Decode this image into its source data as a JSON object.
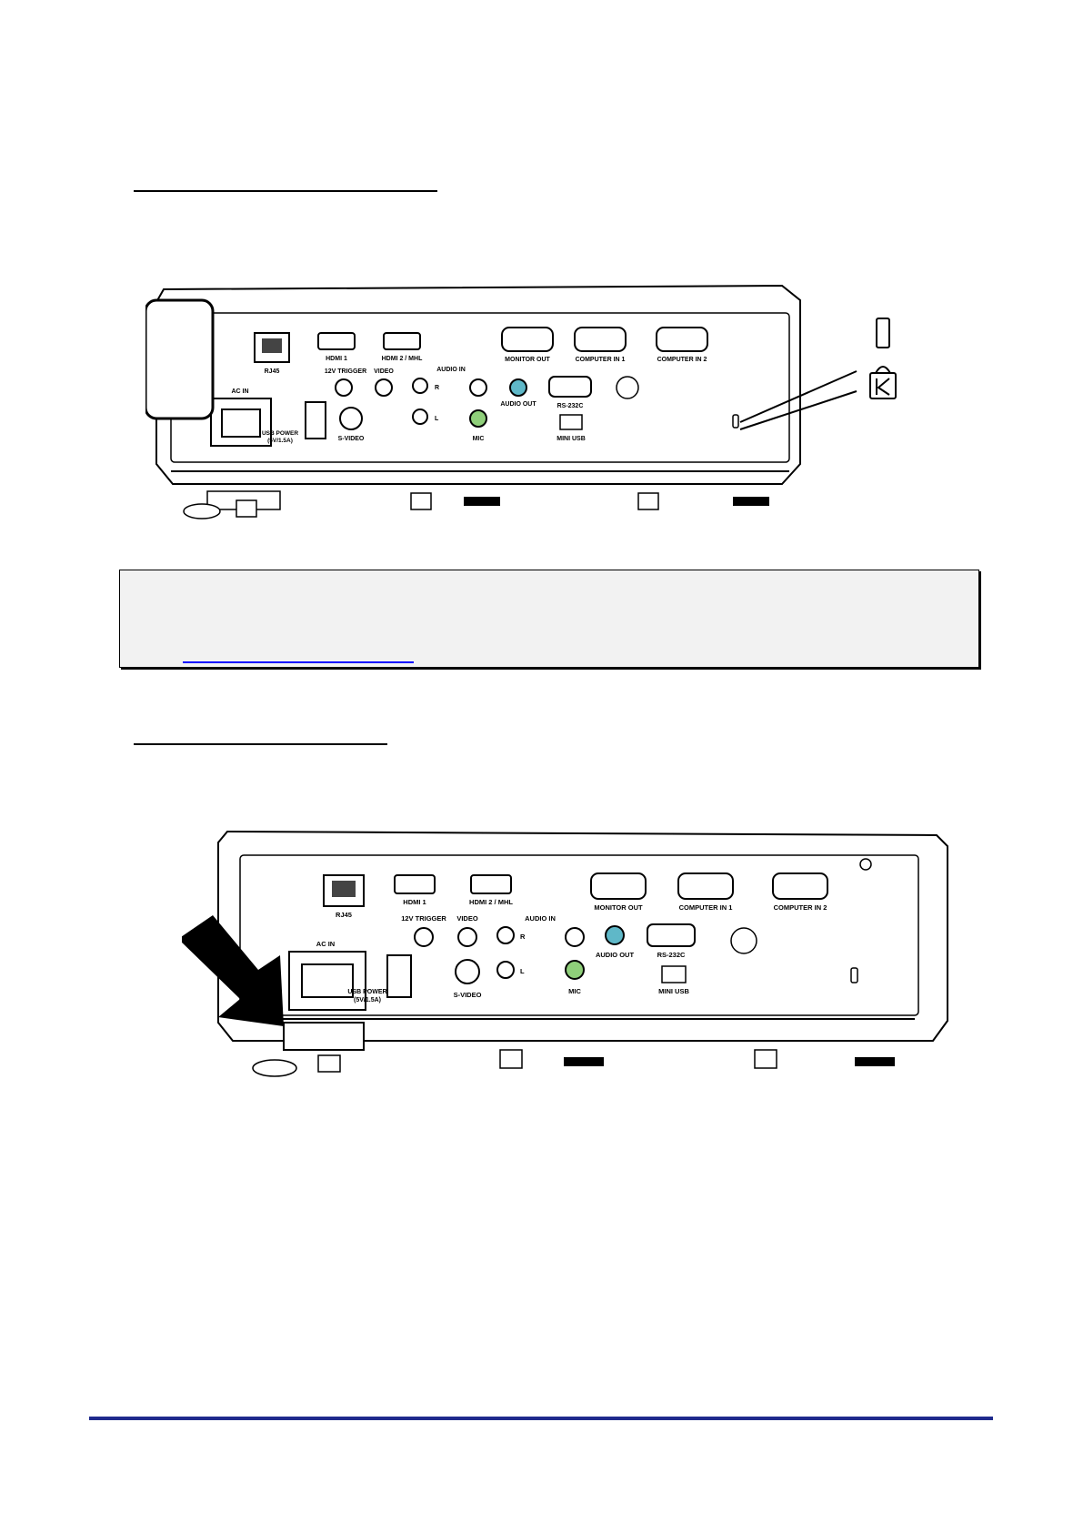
{
  "figure1": {
    "labels": {
      "rj45": "RJ45",
      "hdmi1": "HDMI 1",
      "hdmi2": "HDMI 2 / MHL",
      "monitor_out": "MONITOR OUT",
      "computer_in1": "COMPUTER IN 1",
      "computer_in2": "COMPUTER IN 2",
      "trigger": "12V TRIGGER",
      "video": "VIDEO",
      "audio_in": "AUDIO IN",
      "r": "R",
      "l": "L",
      "audio_out": "AUDIO OUT",
      "rs232c": "RS-232C",
      "ac_in": "AC IN",
      "usb_power_1": "USB POWER",
      "usb_power_2": "(5V/1.5A)",
      "s_video": "S-VIDEO",
      "mic": "MIC",
      "mini_usb": "MINI USB"
    }
  },
  "figure2": {
    "labels": {
      "rj45": "RJ45",
      "hdmi1": "HDMI 1",
      "hdmi2": "HDMI 2 / MHL",
      "monitor_out": "MONITOR OUT",
      "computer_in1": "COMPUTER IN 1",
      "computer_in2": "COMPUTER IN 2",
      "trigger": "12V TRIGGER",
      "video": "VIDEO",
      "audio_in": "AUDIO IN",
      "r": "R",
      "l": "L",
      "audio_out": "AUDIO OUT",
      "rs232c": "RS-232C",
      "ac_in": "AC IN",
      "usb_power_1": "USB POWER",
      "usb_power_2": "(5V/1.5A)",
      "s_video": "S-VIDEO",
      "mic": "MIC",
      "mini_usb": "MINI USB"
    }
  },
  "colors": {
    "footer_rule": "#1f2a8c",
    "note_background": "#f2f2f2",
    "link_underline": "#0000ff",
    "audio_out_jack": "#5fb8c8",
    "mic_jack": "#8fcf7a"
  }
}
